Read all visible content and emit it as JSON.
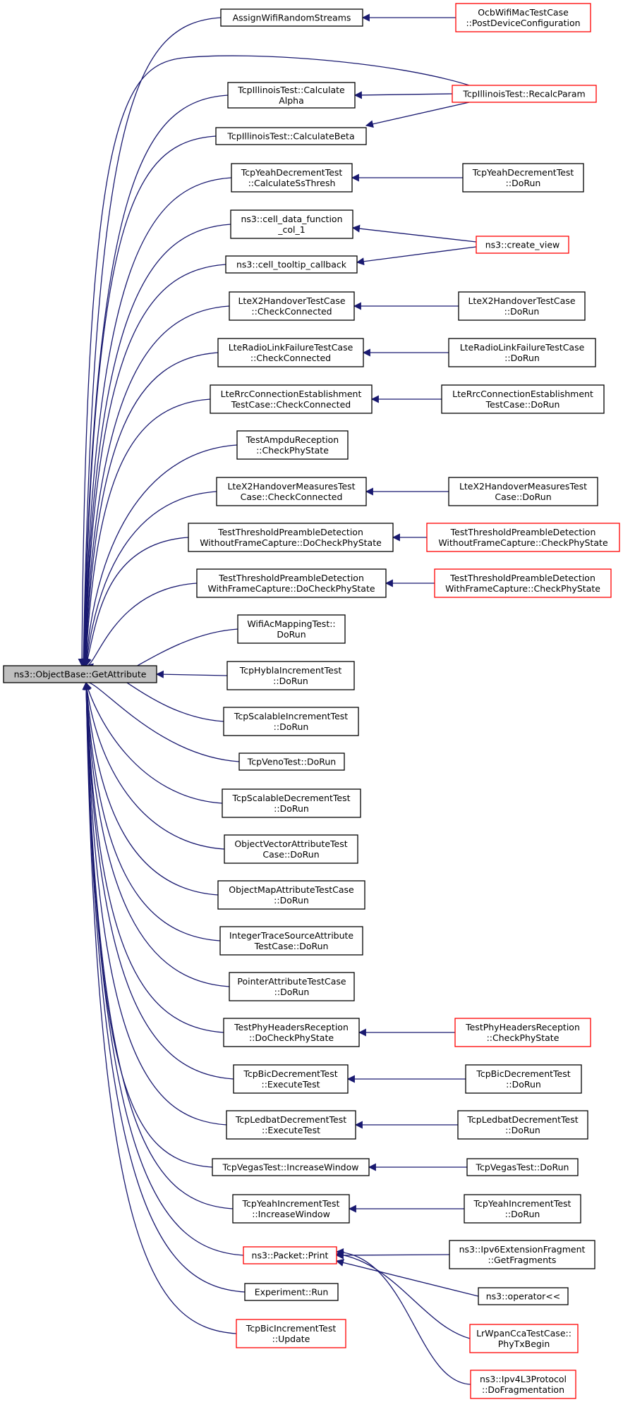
{
  "colors": {
    "edge": "#191970",
    "root_fill": "#bfbfbf",
    "link_border": "#ff0000",
    "normal_border": "#000000"
  },
  "nodes": {
    "root": [
      "ns3::ObjectBase::GetAttribute"
    ],
    "assign_wifi": [
      "AssignWifiRandomStreams"
    ],
    "ocb_postdevice": [
      "OcbWifiMacTestCase",
      "::PostDeviceConfiguration"
    ],
    "illinois_alpha": [
      "TcpIllinoisTest::Calculate",
      "Alpha"
    ],
    "illinois_recalc": [
      "TcpIllinoisTest::RecalcParam"
    ],
    "illinois_beta": [
      "TcpIllinoisTest::CalculateBeta"
    ],
    "yeah_dec_ssthresh": [
      "TcpYeahDecrementTest",
      "::CalculateSsThresh"
    ],
    "yeah_dec_dorun": [
      "TcpYeahDecrementTest",
      "::DoRun"
    ],
    "cell_data_fn": [
      "ns3::cell_data_function",
      "_col_1"
    ],
    "create_view": [
      "ns3::create_view"
    ],
    "cell_tooltip": [
      "ns3::cell_tooltip_callback"
    ],
    "x2ho_check": [
      "LteX2HandoverTestCase",
      "::CheckConnected"
    ],
    "x2ho_dorun": [
      "LteX2HandoverTestCase",
      "::DoRun"
    ],
    "rlf_check": [
      "LteRadioLinkFailureTestCase",
      "::CheckConnected"
    ],
    "rlf_dorun": [
      "LteRadioLinkFailureTestCase",
      "::DoRun"
    ],
    "rrc_check": [
      "LteRrcConnectionEstablishment",
      "TestCase::CheckConnected"
    ],
    "rrc_dorun": [
      "LteRrcConnectionEstablishment",
      "TestCase::DoRun"
    ],
    "ampdu_check": [
      "TestAmpduReception",
      "::CheckPhyState"
    ],
    "x2hm_check": [
      "LteX2HandoverMeasuresTest",
      "Case::CheckConnected"
    ],
    "x2hm_dorun": [
      "LteX2HandoverMeasuresTest",
      "Case::DoRun"
    ],
    "tpd_wo_do": [
      "TestThresholdPreambleDetection",
      "WithoutFrameCapture::DoCheckPhyState"
    ],
    "tpd_wo_check": [
      "TestThresholdPreambleDetection",
      "WithoutFrameCapture::CheckPhyState"
    ],
    "tpd_w_do": [
      "TestThresholdPreambleDetection",
      "WithFrameCapture::DoCheckPhyState"
    ],
    "tpd_w_check": [
      "TestThresholdPreambleDetection",
      "WithFrameCapture::CheckPhyState"
    ],
    "wifi_ac": [
      "WifiAcMappingTest::",
      "DoRun"
    ],
    "hybla_inc": [
      "TcpHyblaIncrementTest",
      "::DoRun"
    ],
    "scalable_inc": [
      "TcpScalableIncrementTest",
      "::DoRun"
    ],
    "veno": [
      "TcpVenoTest::DoRun"
    ],
    "scalable_dec": [
      "TcpScalableDecrementTest",
      "::DoRun"
    ],
    "objvec": [
      "ObjectVectorAttributeTest",
      "Case::DoRun"
    ],
    "objmap": [
      "ObjectMapAttributeTestCase",
      "::DoRun"
    ],
    "inttrace": [
      "IntegerTraceSourceAttribute",
      "TestCase::DoRun"
    ],
    "pointer": [
      "PointerAttributeTestCase",
      "::DoRun"
    ],
    "phyhdr_do": [
      "TestPhyHeadersReception",
      "::DoCheckPhyState"
    ],
    "phyhdr_check": [
      "TestPhyHeadersReception",
      "::CheckPhyState"
    ],
    "bic_dec_exec": [
      "TcpBicDecrementTest",
      "::ExecuteTest"
    ],
    "bic_dec_dorun": [
      "TcpBicDecrementTest",
      "::DoRun"
    ],
    "ledbat_exec": [
      "TcpLedbatDecrementTest",
      "::ExecuteTest"
    ],
    "ledbat_dorun": [
      "TcpLedbatDecrementTest",
      "::DoRun"
    ],
    "vegas_inc": [
      "TcpVegasTest::IncreaseWindow"
    ],
    "vegas_dorun": [
      "TcpVegasTest::DoRun"
    ],
    "yeah_inc_win": [
      "TcpYeahIncrementTest",
      "::IncreaseWindow"
    ],
    "yeah_inc_dorun": [
      "TcpYeahIncrementTest",
      "::DoRun"
    ],
    "packet_print": [
      "ns3::Packet::Print"
    ],
    "ipv6_frag": [
      "ns3::Ipv6ExtensionFragment",
      "::GetFragments"
    ],
    "operator_ll": [
      "ns3::operator<<"
    ],
    "lrwpan": [
      "LrWpanCcaTestCase::",
      "PhyTxBegin"
    ],
    "ipv4_frag": [
      "ns3::Ipv4L3Protocol",
      "::DoFragmentation"
    ],
    "experiment": [
      "Experiment::Run"
    ],
    "bic_inc_update": [
      "TcpBicIncrementTest",
      "::Update"
    ]
  }
}
